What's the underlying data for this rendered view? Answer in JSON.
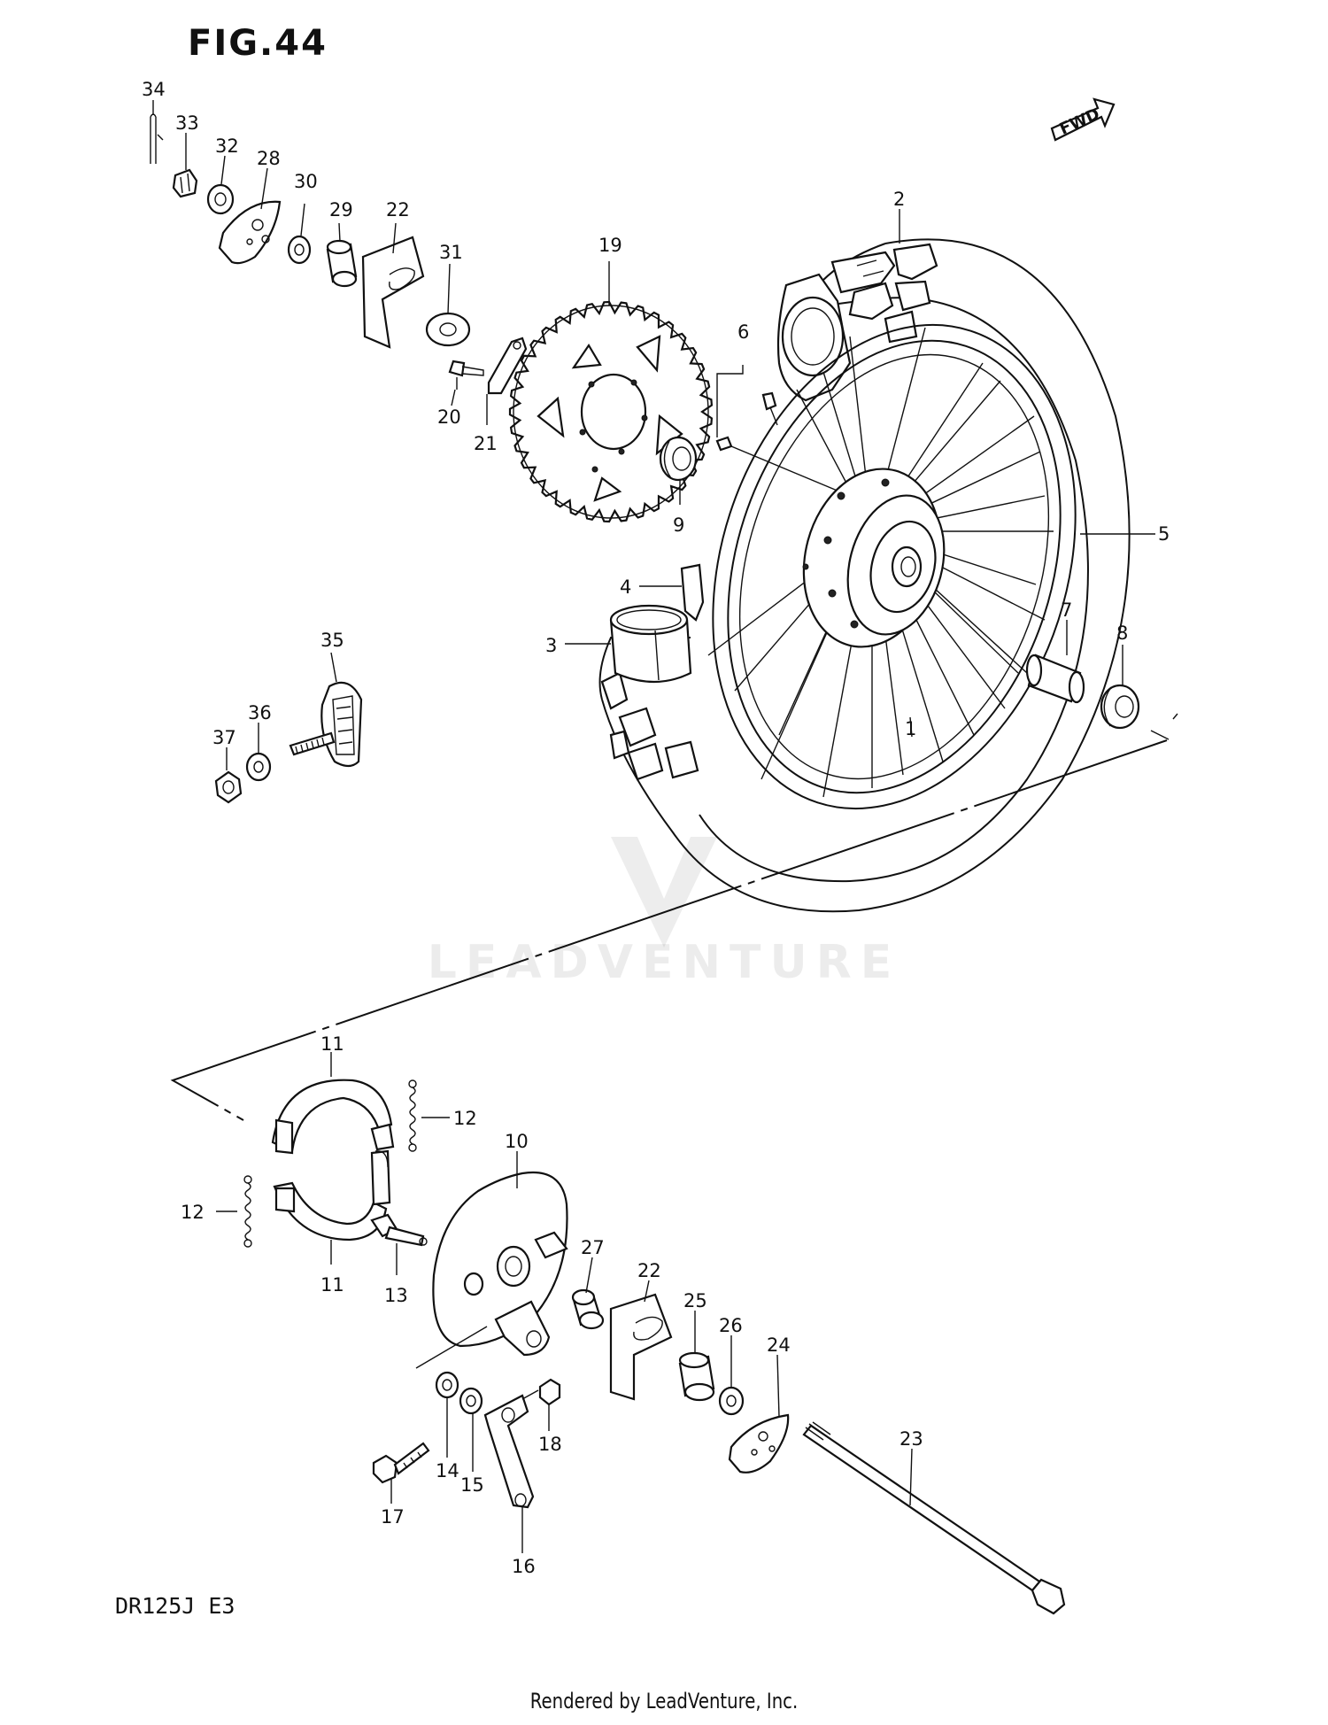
{
  "figure": {
    "title": "FIG.44",
    "model_code": "DR125J  E3",
    "fwd_label": "FWD",
    "footer": "Rendered by LeadVenture, Inc.",
    "watermark_brand": "LEADVENTURE"
  },
  "callouts": [
    {
      "id": "c34",
      "text": "34"
    },
    {
      "id": "c33",
      "text": "33"
    },
    {
      "id": "c32",
      "text": "32"
    },
    {
      "id": "c28",
      "text": "28"
    },
    {
      "id": "c30",
      "text": "30"
    },
    {
      "id": "c29",
      "text": "29"
    },
    {
      "id": "c22a",
      "text": "22"
    },
    {
      "id": "c31",
      "text": "31"
    },
    {
      "id": "c19",
      "text": "19"
    },
    {
      "id": "c2",
      "text": "2"
    },
    {
      "id": "c6",
      "text": "6"
    },
    {
      "id": "c20",
      "text": "20"
    },
    {
      "id": "c21",
      "text": "21"
    },
    {
      "id": "c9",
      "text": "9"
    },
    {
      "id": "c5",
      "text": "5"
    },
    {
      "id": "c4",
      "text": "4"
    },
    {
      "id": "c3",
      "text": "3"
    },
    {
      "id": "c7",
      "text": "7"
    },
    {
      "id": "c8",
      "text": "8"
    },
    {
      "id": "c1",
      "text": "1"
    },
    {
      "id": "c35",
      "text": "35"
    },
    {
      "id": "c36",
      "text": "36"
    },
    {
      "id": "c37",
      "text": "37"
    },
    {
      "id": "c11a",
      "text": "11"
    },
    {
      "id": "c12a",
      "text": "12"
    },
    {
      "id": "c10",
      "text": "10"
    },
    {
      "id": "c12b",
      "text": "12"
    },
    {
      "id": "c11b",
      "text": "11"
    },
    {
      "id": "c13",
      "text": "13"
    },
    {
      "id": "c27",
      "text": "27"
    },
    {
      "id": "c22b",
      "text": "22"
    },
    {
      "id": "c25",
      "text": "25"
    },
    {
      "id": "c26",
      "text": "26"
    },
    {
      "id": "c24",
      "text": "24"
    },
    {
      "id": "c23",
      "text": "23"
    },
    {
      "id": "c14",
      "text": "14"
    },
    {
      "id": "c15",
      "text": "15"
    },
    {
      "id": "c18",
      "text": "18"
    },
    {
      "id": "c17",
      "text": "17"
    },
    {
      "id": "c16",
      "text": "16"
    }
  ]
}
